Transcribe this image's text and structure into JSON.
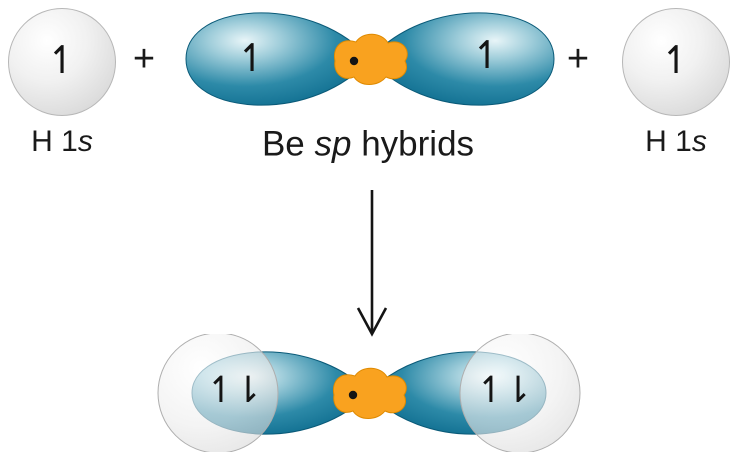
{
  "figure": {
    "top": {
      "left_h": {
        "electron": "↿",
        "label_prefix": "H 1",
        "label_italic": "s"
      },
      "plus_left": "+",
      "be": {
        "electron_left": "↿",
        "electron_right": "↿",
        "label_pre": "Be ",
        "label_italic": "sp",
        "label_post": " hybrids"
      },
      "plus_right": "+",
      "right_h": {
        "electron": "↿",
        "label_prefix": "H 1",
        "label_italic": "s"
      }
    },
    "bottom": {
      "pair_left": "↿⇂",
      "pair_right": "↿⇂"
    },
    "colors": {
      "lobe_teal_dark": "#0a5c7c",
      "lobe_teal_mid": "#2d8aa8",
      "lobe_highlight": "#e8f5f8",
      "orange": "#f9a21f",
      "orange_outline": "#df8a00",
      "nucleus_dot": "#141414",
      "sphere_gray": "#e3e3e3",
      "sphere_outline": "#b7b7b7",
      "text": "#1a1a1a"
    }
  }
}
